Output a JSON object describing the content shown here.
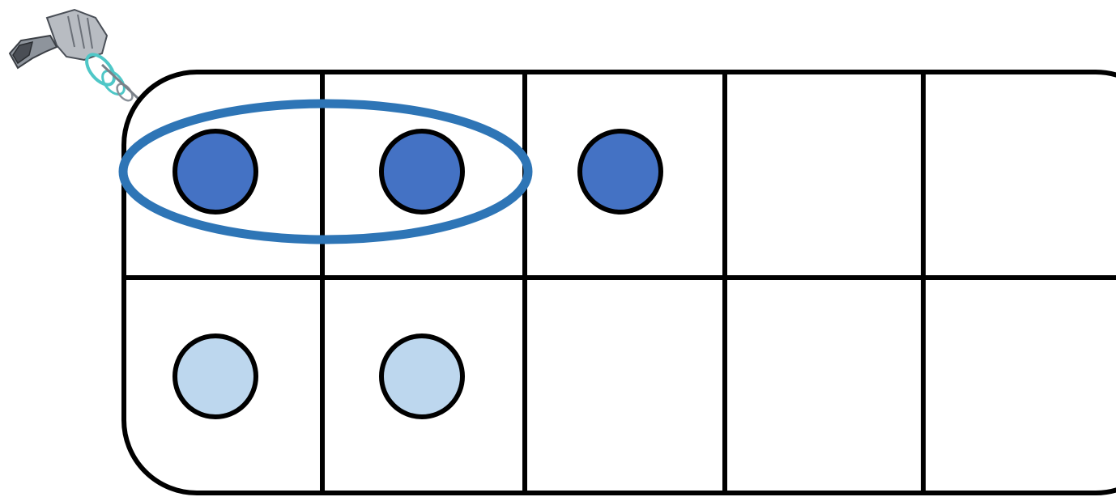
{
  "ten_frame": {
    "rows": 2,
    "columns": 5,
    "top_row_counters": 3,
    "bottom_row_counters": 2,
    "total_counters": 5,
    "grouped_counters": 2,
    "grouped_row": "top",
    "colors": {
      "frame_stroke": "#000000",
      "dark_counter": "#4472C4",
      "light_counter": "#BDD7EE",
      "group_ellipse": "#2E75B6"
    }
  },
  "decoration": {
    "icon": "ray-gun-icon"
  }
}
